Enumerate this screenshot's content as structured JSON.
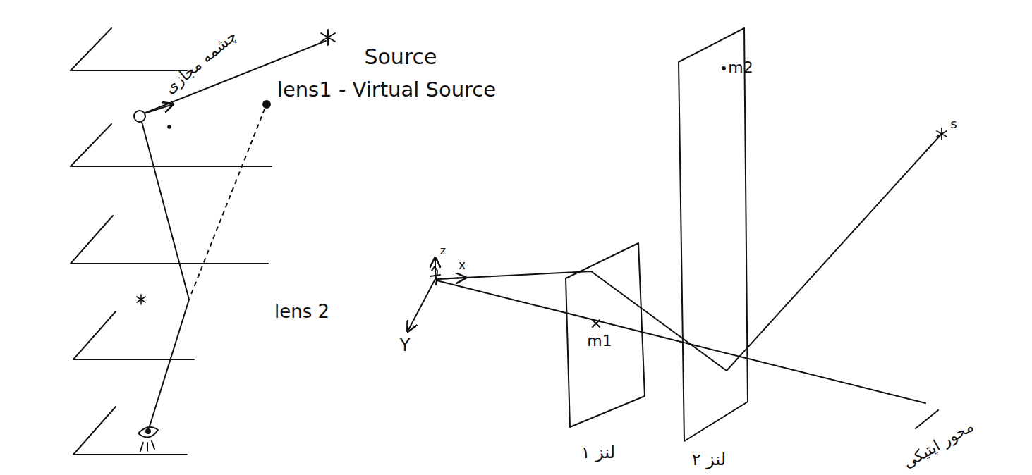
{
  "diagram": {
    "labels": [
      "چشمه مجازی",
      "Source",
      "lens1 - Virtual Source",
      "lens 2",
      "z",
      "x",
      "Y",
      "m1",
      "m2",
      "s",
      "لنز ۱",
      "لنز ۲",
      "محور اپتیکی"
    ]
  }
}
